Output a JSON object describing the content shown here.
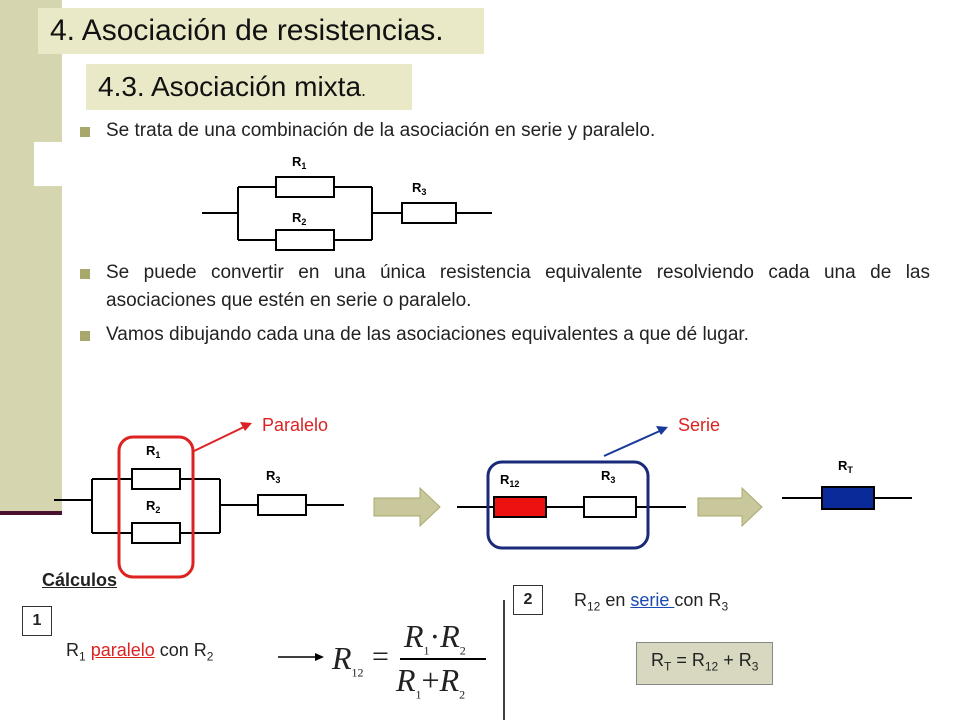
{
  "slide": {
    "title": "4.  Asociación de resistencias.",
    "subtitle_main": "4.3. Asociación mixta",
    "subtitle_dot": ".",
    "bullets": [
      "Se trata de una combinación de la asociación en serie y paralelo.",
      "Se puede convertir en una única resistencia equivalente resolviendo cada una de las asociaciones que estén en serie o paralelo.",
      "Vamos dibujando cada una de las asociaciones equivalentes a que dé lugar."
    ],
    "colors": {
      "sidebar": "#d5d5b0",
      "sidebar_bar": "#4a1030",
      "accent": "#a8a86c",
      "red": "#dd2222",
      "blue": "#1a3a9a"
    }
  },
  "diagram1": {
    "r1": "R",
    "r1_sub": "1",
    "r2": "R",
    "r2_sub": "2",
    "r3": "R",
    "r3_sub": "3"
  },
  "diagram2": {
    "paralelo": "Paralelo",
    "serie": "Serie",
    "r1": "R",
    "r1_sub": "1",
    "r2": "R",
    "r2_sub": "2",
    "r3": "R",
    "r3_sub": "3",
    "r12": "R",
    "r12_sub": "12",
    "r3b": "R",
    "r3b_sub": "3",
    "rt": "R",
    "rt_sub": "T"
  },
  "calculos": {
    "heading": "Cálculos",
    "step1_num": "1",
    "step1_r1": "R",
    "step1_r1_sub": "1",
    "step1_link": "paralelo",
    "step1_con": "con R",
    "step1_r2_sub": "2",
    "formula": {
      "lhs": "R",
      "lhs_sub": "12",
      "num_a": "R",
      "num_a_sub": "1",
      "dot": "·",
      "num_b": "R",
      "num_b_sub": "2",
      "den_a": "R",
      "den_a_sub": "1",
      "plus": "+",
      "den_b": "R",
      "den_b_sub": "2",
      "eq": "="
    },
    "step2_num": "2",
    "step2_r": "R",
    "step2_sub": "12",
    "step2_en": " en ",
    "step2_link": "serie ",
    "step2_con": "con R",
    "step2_r3_sub": "3",
    "rt_eq": {
      "a": "R",
      "a_sub": "T",
      "b": " = R",
      "b_sub": "12",
      "c": " + R",
      "c_sub": "3"
    }
  }
}
